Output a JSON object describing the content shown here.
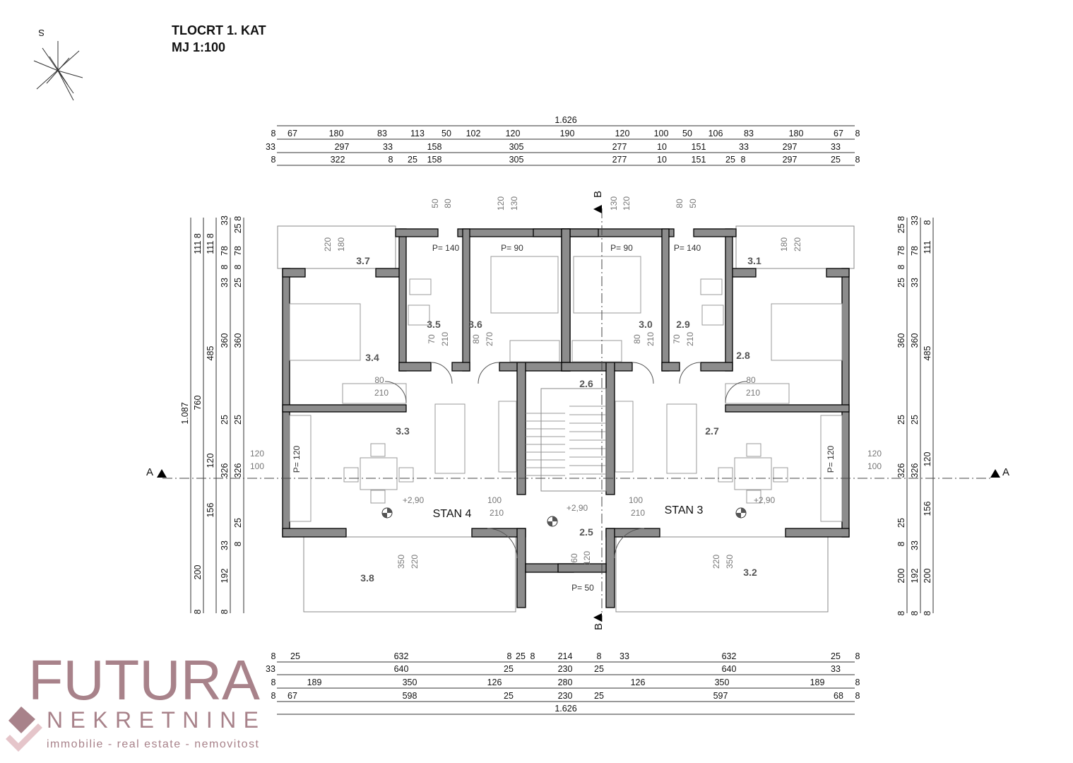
{
  "title": {
    "line1": "TLOCRT 1. KAT",
    "line2": "MJ 1:100"
  },
  "north_label": "S",
  "dimensions": {
    "top": [
      [
        "1.626"
      ],
      [
        "8",
        "67",
        "180",
        "83",
        "113",
        "50",
        "102",
        "120",
        "190",
        "120",
        "100",
        "50",
        "106",
        "83",
        "180",
        "67",
        "8"
      ],
      [
        "33",
        "297",
        "33",
        "158",
        "305",
        "277",
        "10",
        "151",
        "33",
        "297",
        "33"
      ],
      [
        "8",
        "322",
        "8",
        "25",
        "158",
        "305",
        "277",
        "10",
        "151",
        "25",
        "8",
        "297",
        "25",
        "8"
      ]
    ],
    "bottom": [
      [
        "8",
        "25",
        "632",
        "8",
        "25",
        "8",
        "214",
        "8",
        "33",
        "632",
        "25",
        "8"
      ],
      [
        "33",
        "640",
        "25",
        "230",
        "25",
        "640",
        "33"
      ],
      [
        "8",
        "189",
        "350",
        "126",
        "280",
        "126",
        "350",
        "189",
        "8"
      ],
      [
        "8",
        "67",
        "598",
        "25",
        "230",
        "25",
        "597",
        "68",
        "8"
      ],
      [
        "1.626"
      ]
    ],
    "left": [
      [
        "1.087"
      ],
      [
        "111 8",
        "760",
        "200",
        "8"
      ],
      [
        "111 8",
        "485",
        "120",
        "156"
      ],
      [
        "33",
        "78",
        "8",
        "33",
        "360",
        "25",
        "326",
        "33",
        "192",
        "8"
      ],
      [
        "25 8",
        "78",
        "8",
        "25",
        "360",
        "25",
        "326",
        "25",
        "8"
      ]
    ],
    "right": [
      [
        "25 8",
        "78",
        "8",
        "25",
        "360",
        "25",
        "326",
        "25",
        "8",
        "200",
        "8"
      ],
      [
        "33",
        "78",
        "33",
        "360",
        "25",
        "326",
        "33",
        "192",
        "8"
      ],
      [
        "8",
        "111",
        "485",
        "120",
        "156",
        "200",
        "8"
      ]
    ]
  },
  "rooms": [
    "3.7",
    "3.5",
    "3.6",
    "3.4",
    "2.6",
    "3.3",
    "3.0",
    "2.9",
    "3.1",
    "2.8",
    "2.7",
    "2.5",
    "3.8",
    "3.2"
  ],
  "apartments": [
    "STAN 4",
    "STAN 3"
  ],
  "levels": [
    "+2,90",
    "+2,90",
    "+2,90"
  ],
  "parapets": [
    "P= 140",
    "P= 90",
    "P= 90",
    "P= 140",
    "P= 50",
    "P= 120",
    "P= 120"
  ],
  "openings": {
    "windows_top": [
      "50",
      "80",
      "120",
      "130",
      "130",
      "120",
      "80",
      "50"
    ],
    "balcony_doors": [
      "220",
      "180",
      "180",
      "220"
    ],
    "doors": [
      [
        "80",
        "210"
      ],
      [
        "70",
        "210"
      ],
      [
        "80",
        "270"
      ],
      [
        "80",
        "210"
      ],
      [
        "70",
        "210"
      ],
      [
        "80",
        "210"
      ],
      [
        "100",
        "210"
      ],
      [
        "100",
        "210"
      ]
    ],
    "side_windows": [
      [
        "120",
        "100"
      ],
      [
        "120",
        "100"
      ]
    ],
    "entry_window": [
      "60",
      "120"
    ],
    "terrace_doors": [
      [
        "350",
        "220"
      ],
      [
        "220",
        "350"
      ]
    ]
  },
  "section_markers": [
    "A",
    "A",
    "B",
    "B"
  ],
  "logo": {
    "name": "FUTURA",
    "sub": "NEKRETNINE",
    "tagline": "immobilie - real estate - nemovitost"
  },
  "colors": {
    "wall": "#8c8c8c",
    "logo": "#a47c84"
  }
}
